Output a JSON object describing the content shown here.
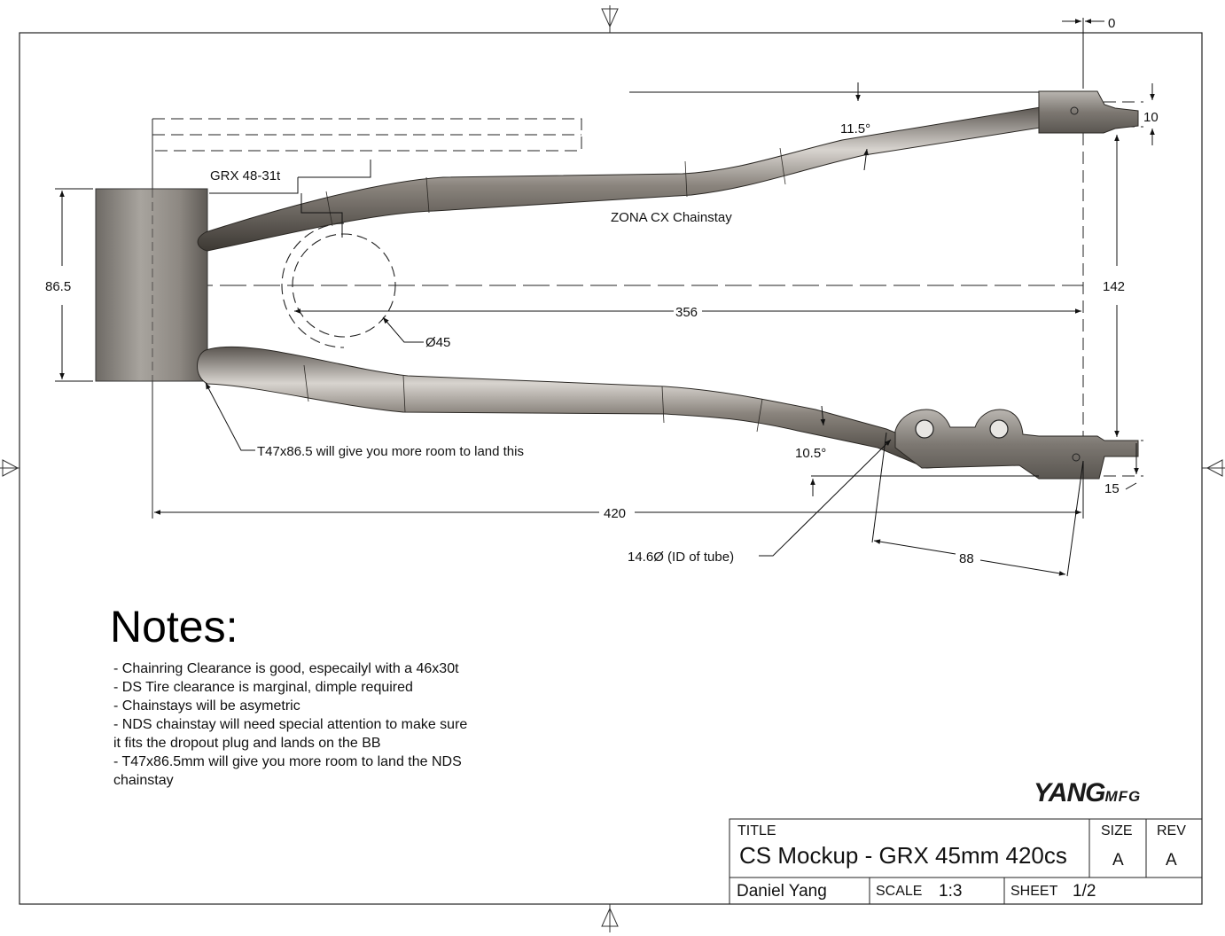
{
  "drawing": {
    "labels": {
      "chainring": "GRX 48-31t",
      "chainstay": "ZONA CX Chainstay",
      "bb_note": "T47x86.5 will give you more room to land this",
      "tube_id": "14.6Ø (ID of tube)"
    },
    "dimensions": {
      "zero": "0",
      "ds_angle": "11.5°",
      "ds_offset": "10",
      "bb_width": "86.5",
      "spacing": "142",
      "length": "356",
      "chainring_dia": "Ø45",
      "nds_angle": "10.5°",
      "nds_offset": "15",
      "chainstay_length": "420",
      "plug_length": "88"
    }
  },
  "notes": {
    "heading": "Notes:",
    "items": [
      "- Chainring Clearance is good, especailyl with a 46x30t",
      "- DS Tire clearance is marginal, dimple required",
      "- Chainstays will be asymetric",
      "- NDS chainstay will need special attention to make sure it fits the dropout plug and lands on the BB",
      "- T47x86.5mm will give you more room to land the NDS chainstay"
    ]
  },
  "logo": {
    "main": "YANG",
    "sub": "MFG"
  },
  "title_block": {
    "title_label": "TITLE",
    "title": "CS Mockup - GRX 45mm 420cs",
    "size_label": "SIZE",
    "size": "A",
    "rev_label": "REV",
    "rev": "A",
    "author": "Daniel Yang",
    "scale_label": "SCALE",
    "scale": "1:3",
    "sheet_label": "SHEET",
    "sheet": "1/2"
  }
}
